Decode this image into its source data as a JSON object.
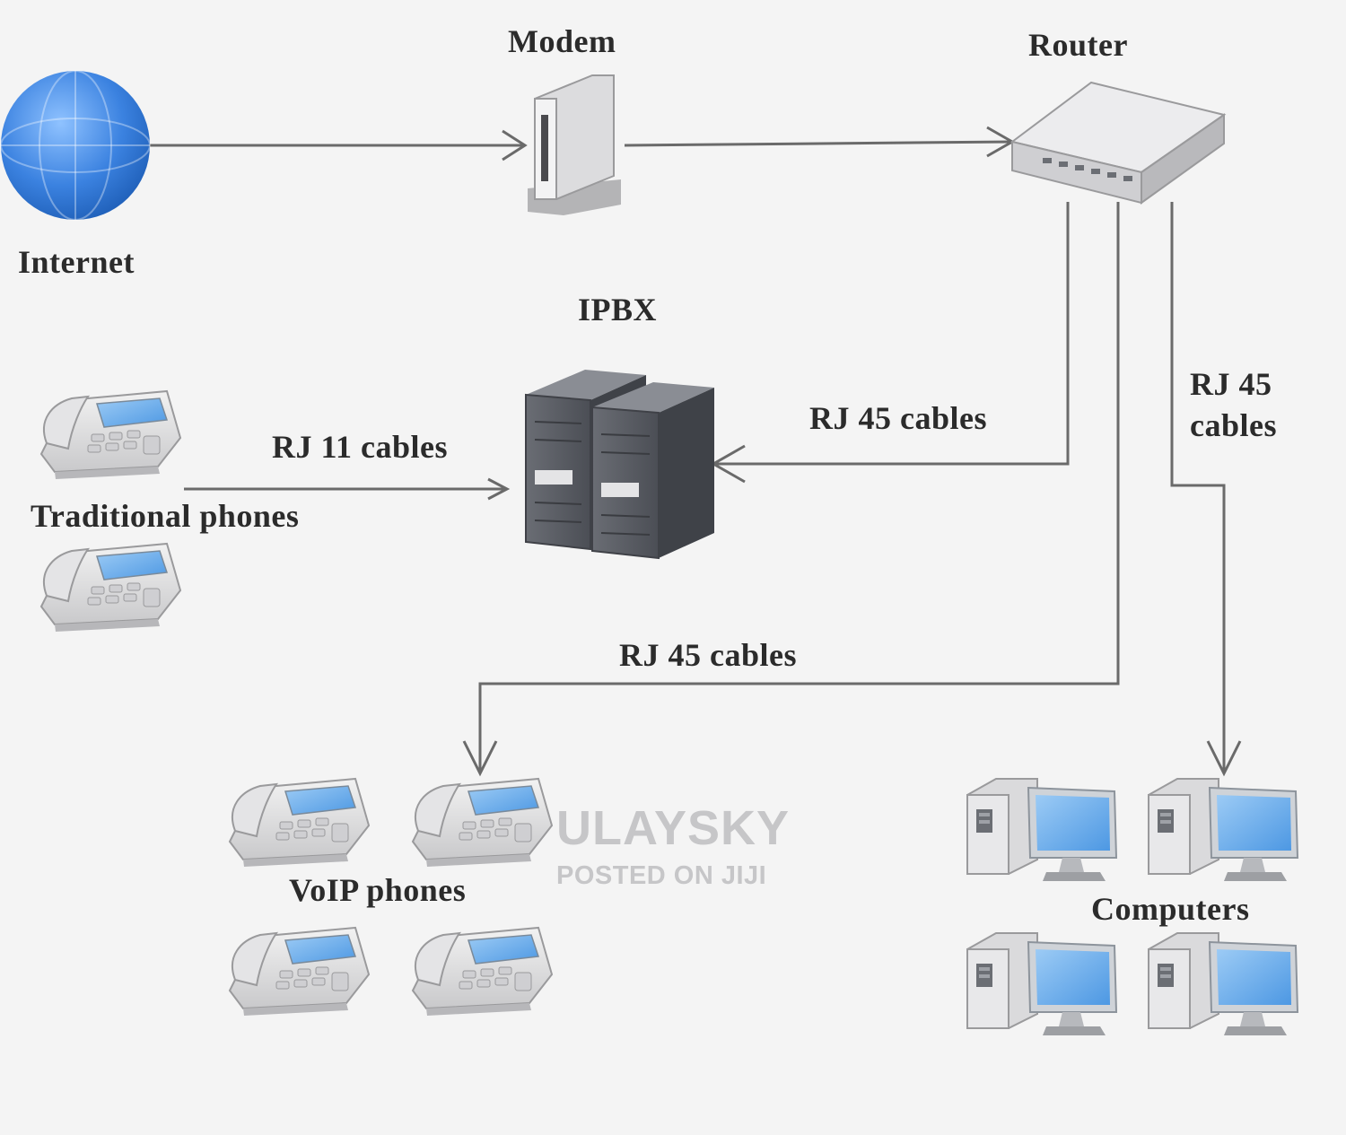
{
  "nodes": {
    "internet": "Internet",
    "modem": "Modem",
    "router": "Router",
    "ipbx": "IPBX",
    "traditional_phones": "Traditional phones",
    "voip_phones": "VoIP phones",
    "computers": "Computers"
  },
  "edges": {
    "internet_to_modem": "",
    "modem_to_router": "",
    "router_to_ipbx": "RJ 45 cables",
    "router_to_voip": "RJ 45 cables",
    "router_to_computers_line1": "RJ 45",
    "router_to_computers_line2": "cables",
    "phones_to_ipbx": "RJ 11 cables"
  },
  "watermark": {
    "brand": "ULAYSKY",
    "tagline": "POSTED ON JIJI"
  },
  "icons": [
    "globe-icon",
    "modem-icon",
    "router-icon",
    "server-rack-icon",
    "desk-phone-icon",
    "desktop-computer-icon"
  ],
  "colors": {
    "background": "#f4f4f4",
    "line": "#6a6a6a",
    "globe": "#3b82e0",
    "screen": "#5fa7ea",
    "server": "#5a5d64"
  }
}
